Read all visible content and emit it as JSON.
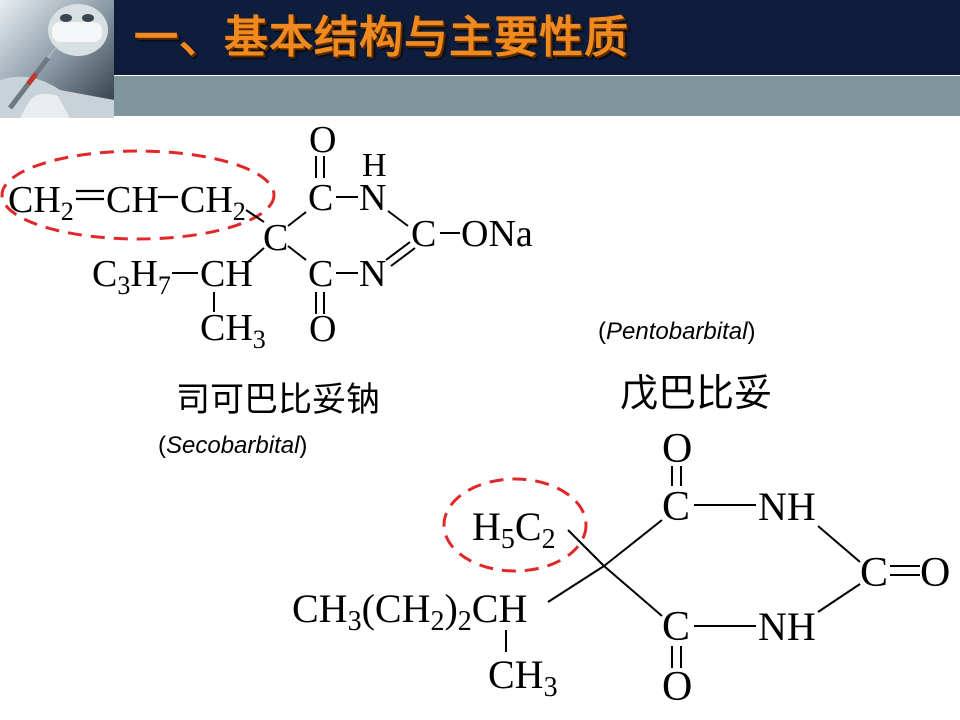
{
  "slide": {
    "title": "一、基本结构与主要性质",
    "accent_color": "#f08a1e",
    "header_color": "#0f1d3d",
    "band_color": "#7f969c"
  },
  "secobarbital": {
    "name_cn": "司可巴比妥钠",
    "name_en": "Secobarbital",
    "atoms": {
      "o_top": "O",
      "h_top": "H",
      "c_carbonyl_top": "C",
      "n_top": "N",
      "c_center": "C",
      "c_right": "C",
      "ona": "ONa",
      "c_carbonyl_bottom": "C",
      "n_bottom": "N",
      "o_bottom": "O",
      "ch_branch": "CH"
    },
    "highlight": "allyl-group",
    "highlight_color": "#e0282a"
  },
  "pentobarbital": {
    "name_cn": "戊巴比妥",
    "name_en": "Pentobarbital",
    "atoms": {
      "o_top": "O",
      "c_carbonyl_top": "C",
      "nh_top": "NH",
      "c_right": "C",
      "o_right": "O",
      "c_carbonyl_bottom": "C",
      "nh_bottom": "NH",
      "o_bottom": "O"
    },
    "highlight": "ethyl-group",
    "highlight_color": "#e0282a"
  }
}
